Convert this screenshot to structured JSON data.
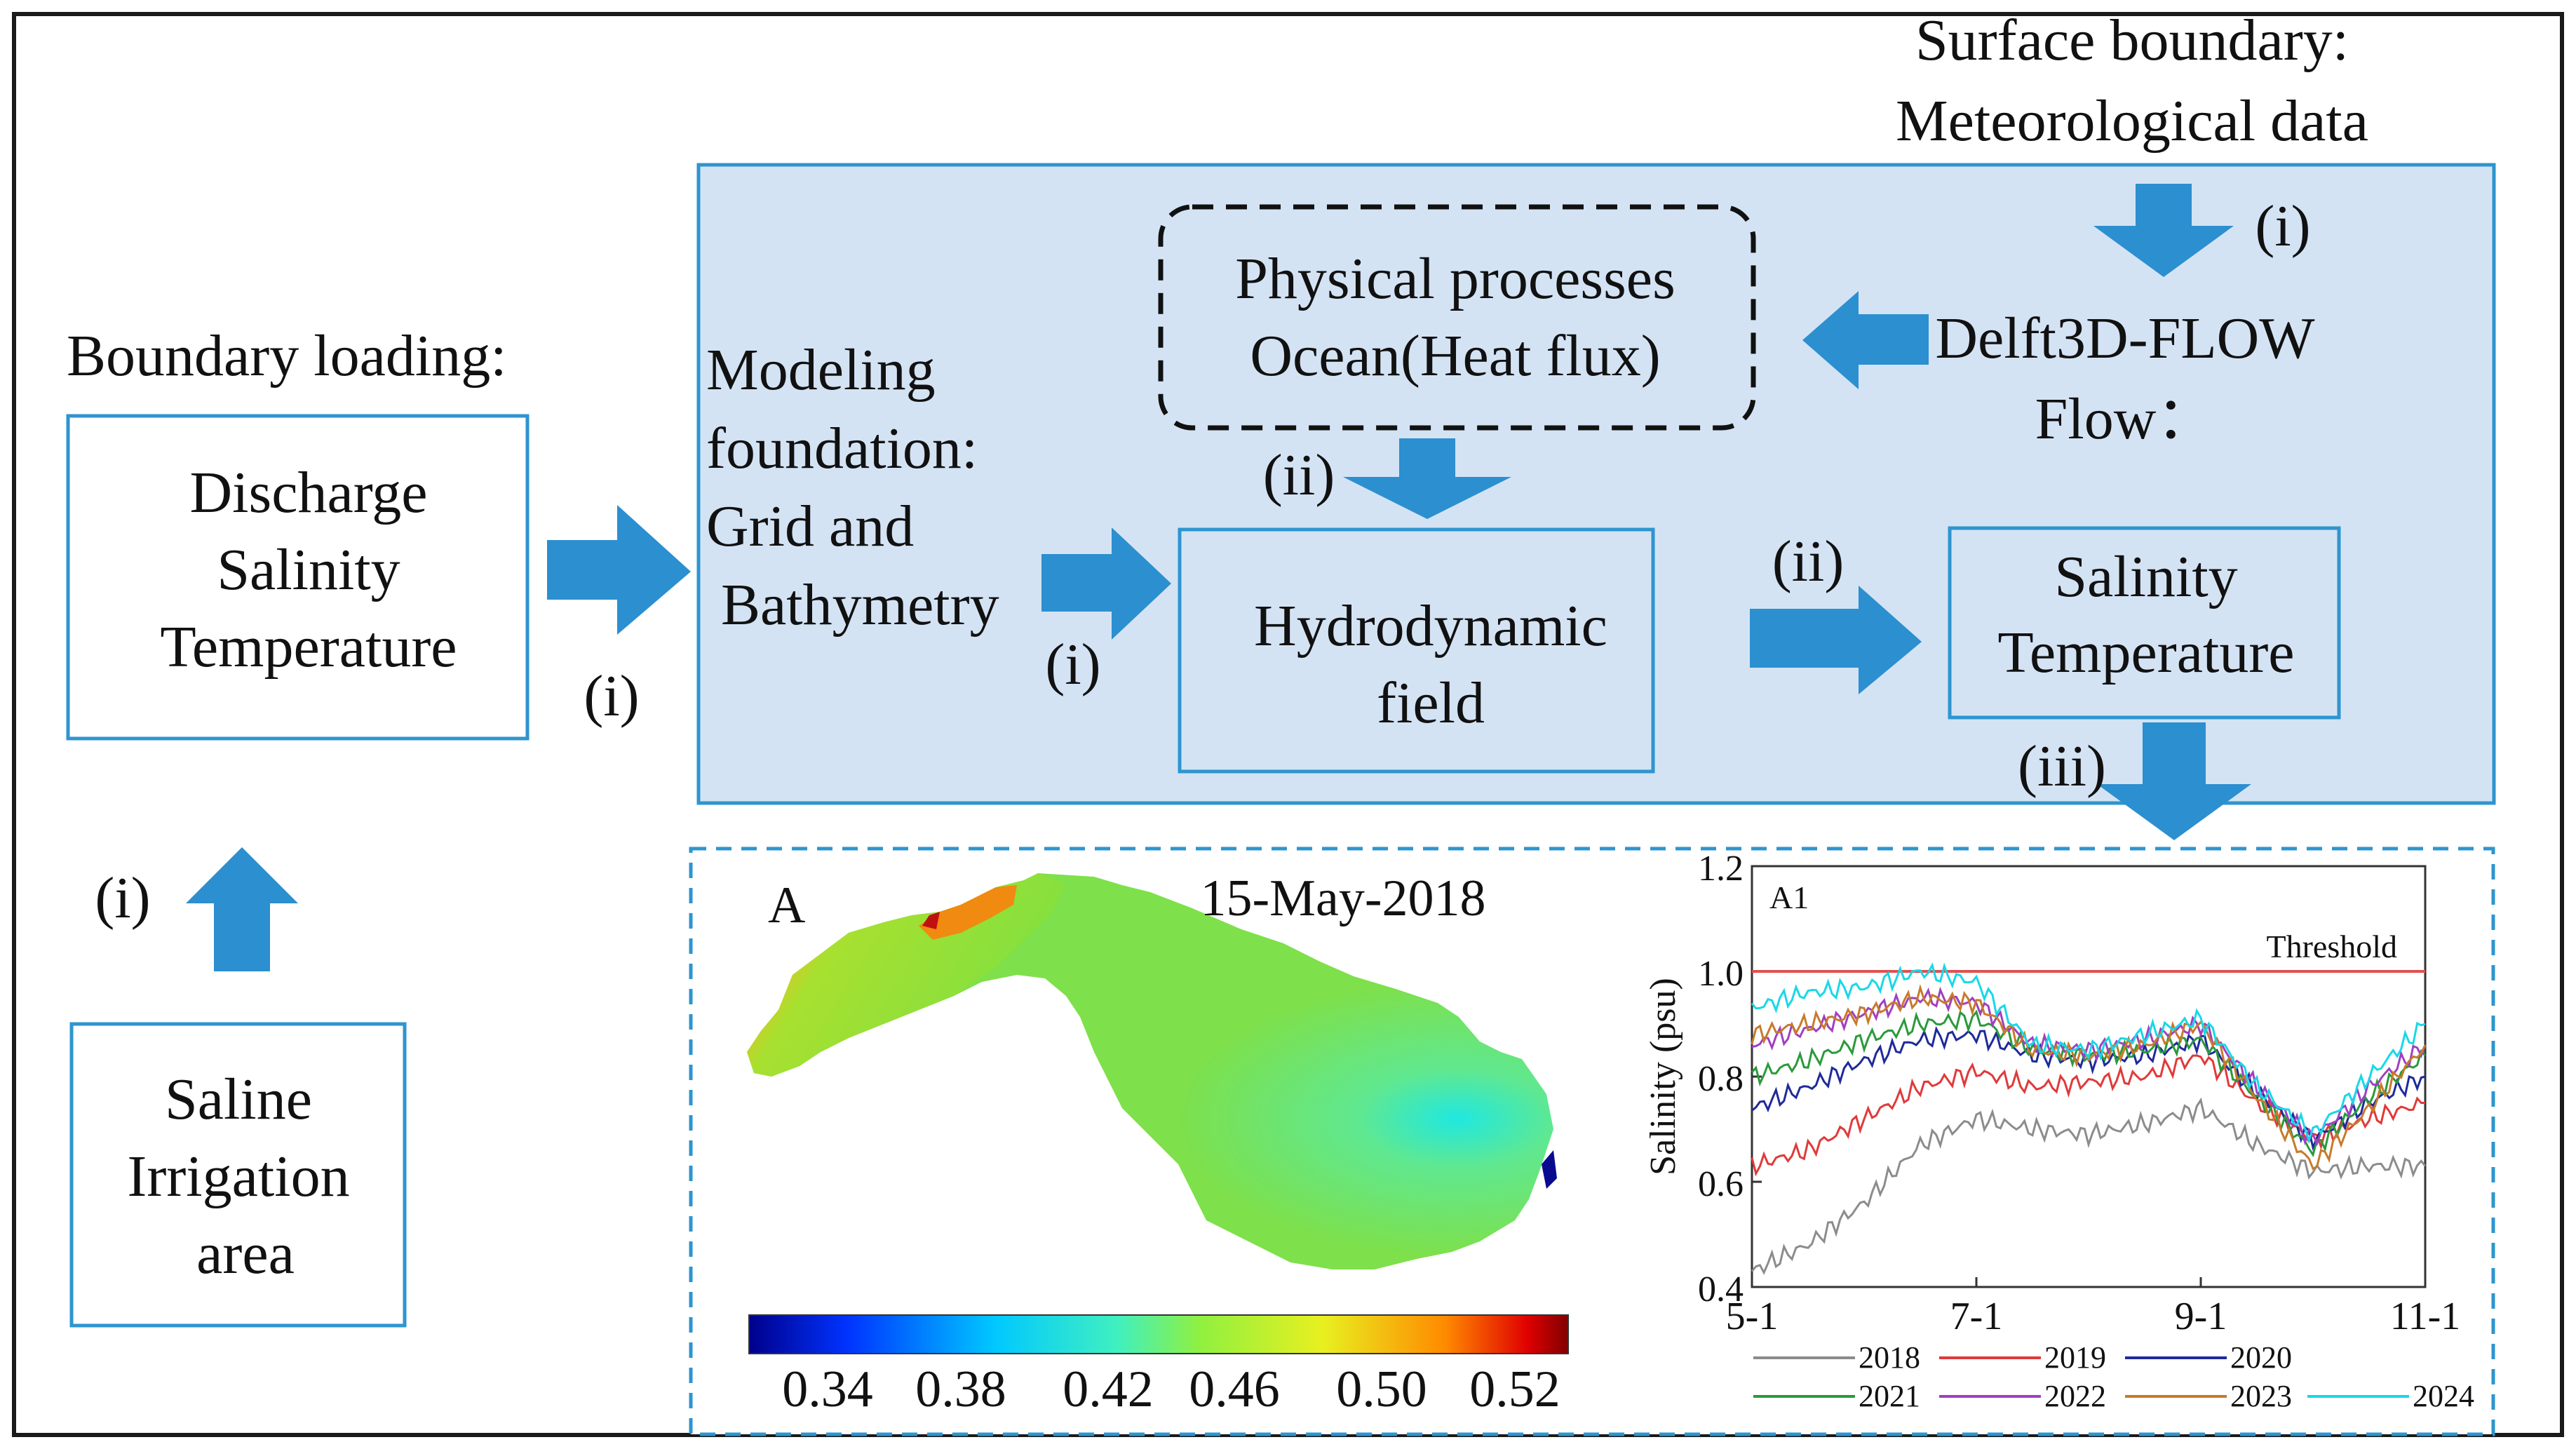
{
  "colors": {
    "frame": "#1a1a1a",
    "box_stroke": "#2e95cf",
    "panel_fill": "#d4e3f4",
    "panel_stroke": "#2e95cf",
    "arrow_fill": "#2b8fd0",
    "threshold": "#e05050"
  },
  "labels": {
    "surface_boundary_line1": "Surface boundary:",
    "surface_boundary_line2": "Meteorological data",
    "boundary_loading": "Boundary loading:",
    "boundary_box_line1": "Discharge",
    "boundary_box_line2": "Salinity",
    "boundary_box_line3": "Temperature",
    "saline_box_line1": "Saline",
    "saline_box_line2": "Irrigation",
    "saline_box_line3": "area",
    "modeling_line1": "Modeling",
    "modeling_line2": "foundation:",
    "modeling_line3": "Grid and",
    "modeling_line4": "Bathymetry",
    "physical_line1": "Physical processes",
    "physical_line2": "Ocean(Heat flux)",
    "delft_line1": "Delft3D-FLOW",
    "delft_line2": "Flow：",
    "hydro_line1": "Hydrodynamic",
    "hydro_line2": "field",
    "salt_line1": "Salinity",
    "salt_line2": "Temperature",
    "step_i": "(i)",
    "step_ii": "(ii)",
    "step_iii": "(iii)"
  },
  "map_panel": {
    "panel_letter": "A",
    "date": "15-May-2018",
    "colorbar_ticks": [
      "0.34",
      "0.38",
      "0.42",
      "0.46",
      "0.50",
      "0.52"
    ],
    "colorbar_min": 0.32,
    "colorbar_max": 0.54
  },
  "chart_data": {
    "type": "line",
    "panel_label": "A1",
    "xlabel": "",
    "ylabel": "Salinity (psu)",
    "x_ticks": [
      "5-1",
      "7-1",
      "9-1",
      "11-1"
    ],
    "x_range": [
      "5-1",
      "11-1"
    ],
    "ylim": [
      0.4,
      1.2
    ],
    "y_ticks": [
      "0.4",
      "0.6",
      "0.8",
      "1.0",
      "1.2"
    ],
    "grid": false,
    "legend_placement": "bottom",
    "threshold": {
      "label": "Threshold",
      "value": 1.0
    },
    "x": [
      "5-1",
      "5-15",
      "6-1",
      "6-15",
      "7-1",
      "7-15",
      "8-1",
      "8-15",
      "9-1",
      "9-15",
      "10-1",
      "10-15",
      "11-1"
    ],
    "series": [
      {
        "name": "2018",
        "color": "#8c8c8c",
        "values": [
          0.43,
          0.48,
          0.56,
          0.67,
          0.72,
          0.7,
          0.69,
          0.71,
          0.74,
          0.67,
          0.62,
          0.63,
          0.63
        ]
      },
      {
        "name": "2019",
        "color": "#e03a3a",
        "values": [
          0.63,
          0.66,
          0.72,
          0.78,
          0.81,
          0.78,
          0.79,
          0.8,
          0.84,
          0.75,
          0.68,
          0.72,
          0.75
        ]
      },
      {
        "name": "2020",
        "color": "#1f2a9a",
        "values": [
          0.74,
          0.78,
          0.83,
          0.87,
          0.88,
          0.84,
          0.83,
          0.84,
          0.87,
          0.77,
          0.68,
          0.75,
          0.8
        ]
      },
      {
        "name": "2021",
        "color": "#2a9a3a",
        "values": [
          0.8,
          0.83,
          0.87,
          0.9,
          0.91,
          0.85,
          0.84,
          0.85,
          0.87,
          0.76,
          0.66,
          0.76,
          0.84
        ]
      },
      {
        "name": "2022",
        "color": "#a040c0",
        "values": [
          0.86,
          0.89,
          0.92,
          0.95,
          0.94,
          0.86,
          0.85,
          0.87,
          0.9,
          0.78,
          0.68,
          0.78,
          0.86
        ]
      },
      {
        "name": "2023",
        "color": "#c87a2a",
        "values": [
          0.88,
          0.9,
          0.92,
          0.95,
          0.94,
          0.85,
          0.84,
          0.86,
          0.9,
          0.76,
          0.63,
          0.74,
          0.86
        ]
      },
      {
        "name": "2024",
        "color": "#18d8e8",
        "values": [
          0.93,
          0.96,
          0.97,
          1.0,
          0.98,
          0.86,
          0.85,
          0.88,
          0.91,
          0.78,
          0.69,
          0.8,
          0.9
        ]
      }
    ]
  }
}
